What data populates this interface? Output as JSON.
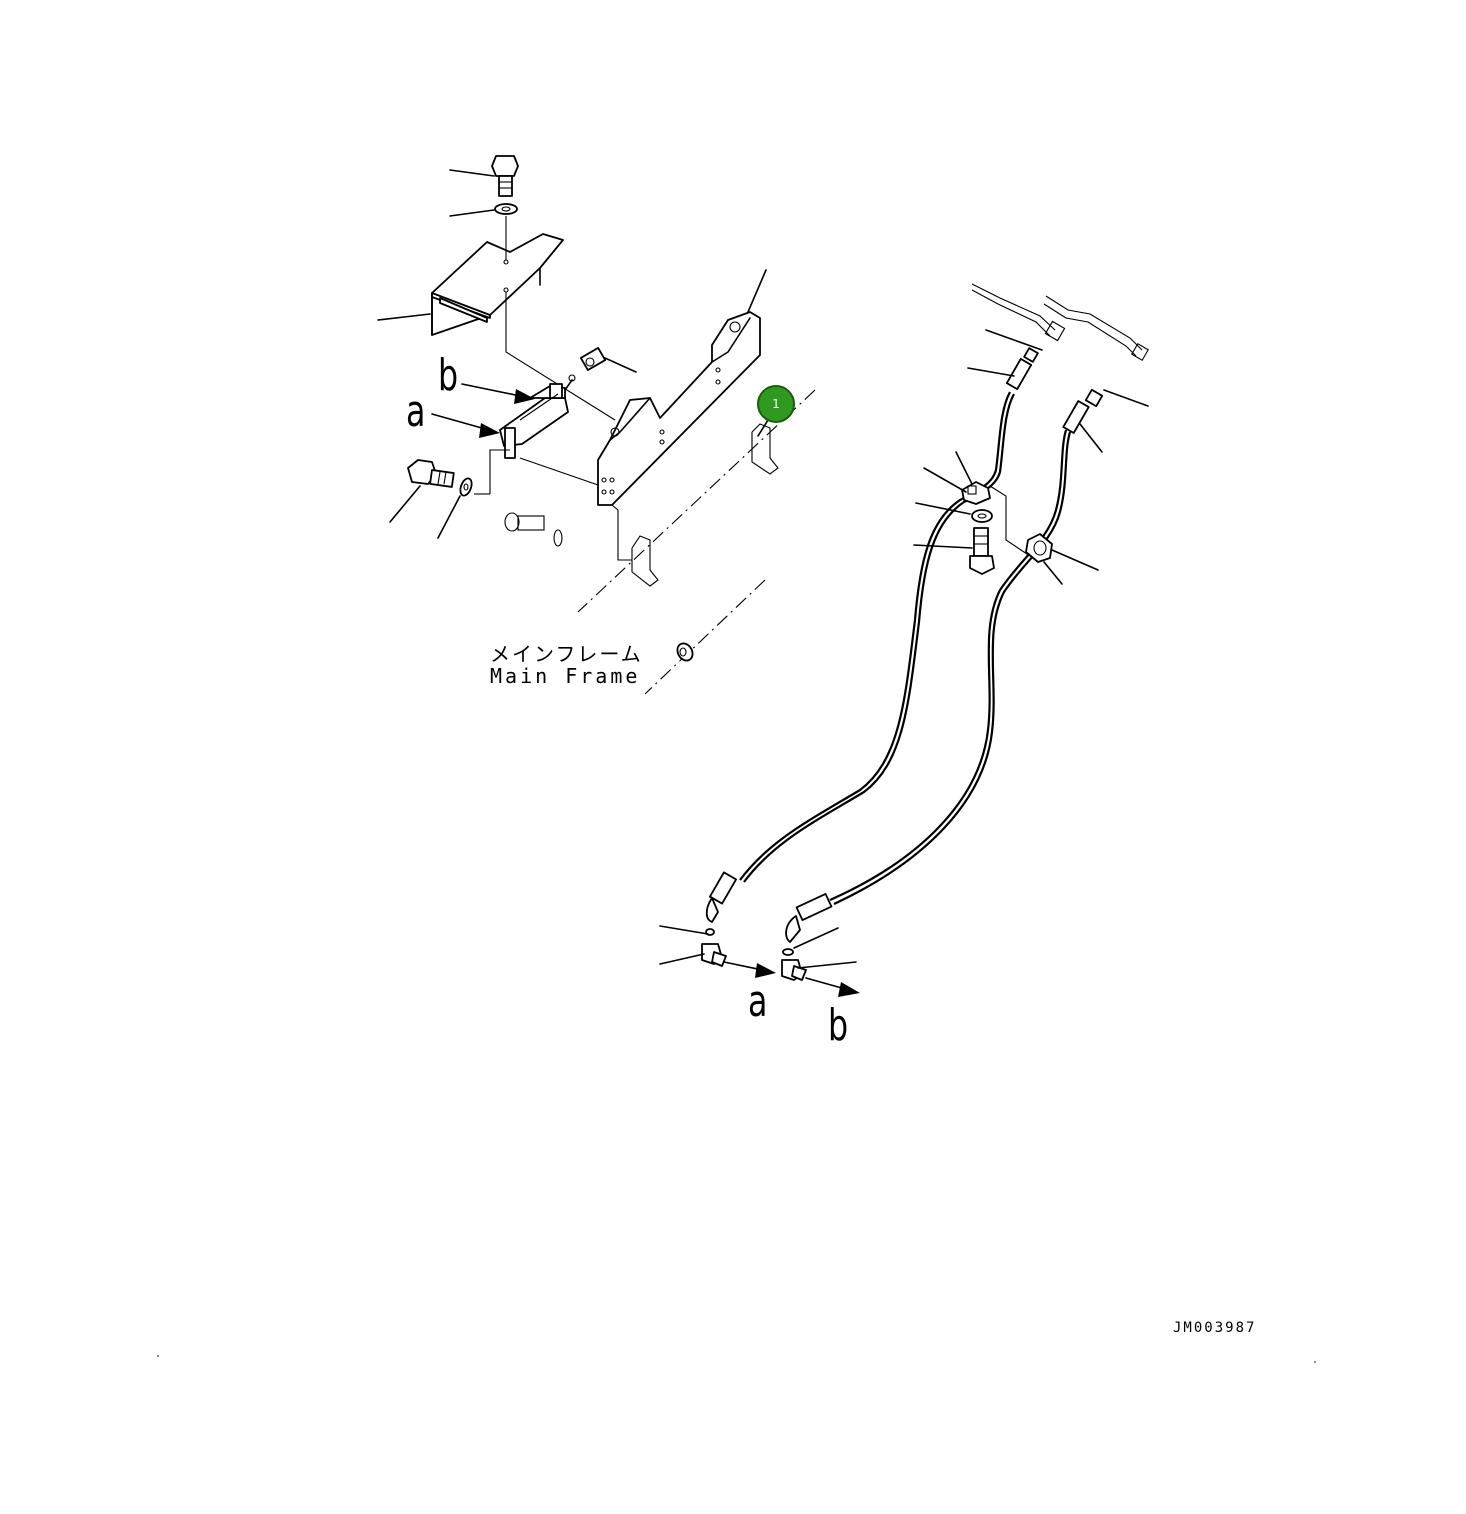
{
  "diagram": {
    "reference_labels": {
      "a_upper": "a",
      "b_upper": "b",
      "a_lower": "a",
      "b_lower": "b"
    },
    "main_frame_label_jp": "メインフレーム",
    "main_frame_label_en": "Main Frame",
    "drawing_number": "JM003987",
    "callouts": [
      {
        "id": "1",
        "label": "1",
        "color": "#2f9a1f"
      }
    ]
  }
}
